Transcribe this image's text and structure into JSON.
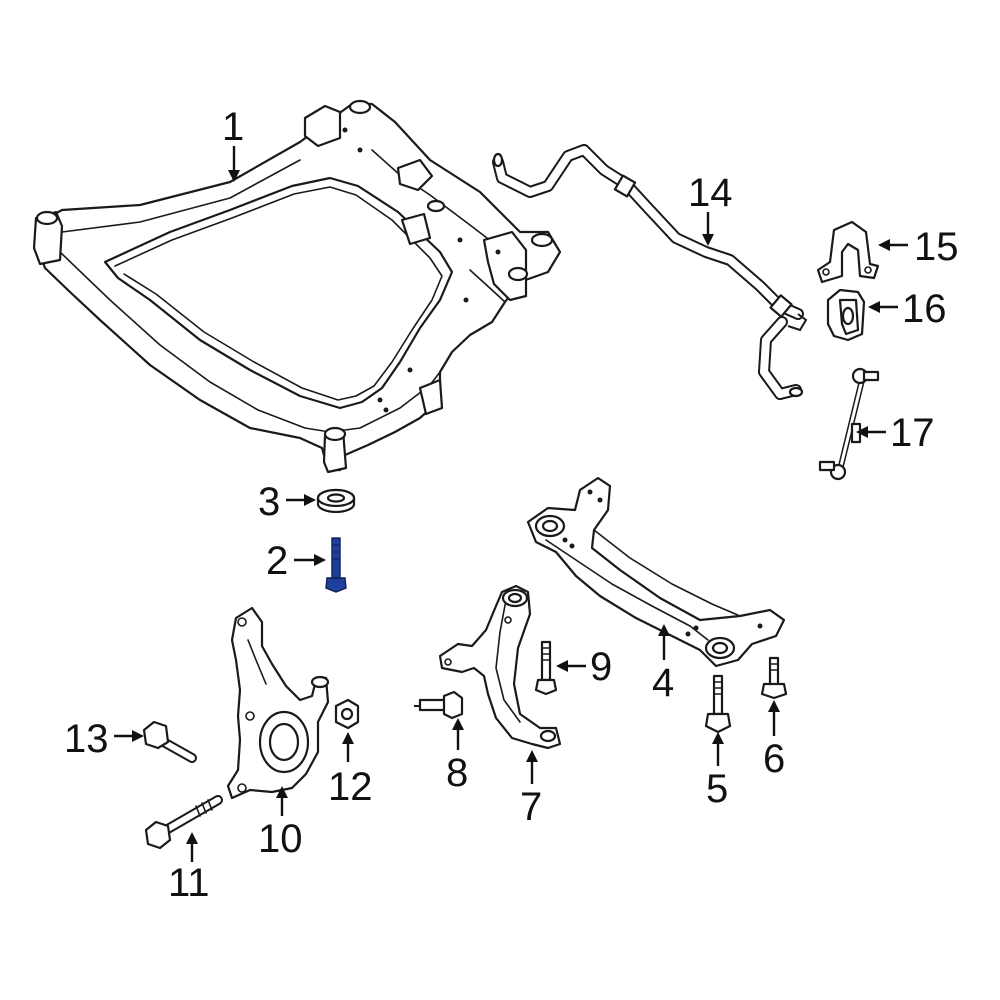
{
  "diagram": {
    "highlight_color": "#1f3f9e",
    "line_color": "#1a1a1a",
    "background": "#ffffff",
    "highlighted_part": "2",
    "callouts": [
      {
        "id": "c1",
        "label": "1"
      },
      {
        "id": "c2",
        "label": "2"
      },
      {
        "id": "c3",
        "label": "3"
      },
      {
        "id": "c4",
        "label": "4"
      },
      {
        "id": "c5",
        "label": "5"
      },
      {
        "id": "c6",
        "label": "6"
      },
      {
        "id": "c7",
        "label": "7"
      },
      {
        "id": "c8",
        "label": "8"
      },
      {
        "id": "c9",
        "label": "9"
      },
      {
        "id": "c10",
        "label": "10"
      },
      {
        "id": "c11",
        "label": "11"
      },
      {
        "id": "c12",
        "label": "12"
      },
      {
        "id": "c13",
        "label": "13"
      },
      {
        "id": "c14",
        "label": "14"
      },
      {
        "id": "c15",
        "label": "15"
      },
      {
        "id": "c16",
        "label": "16"
      },
      {
        "id": "c17",
        "label": "17"
      }
    ]
  }
}
